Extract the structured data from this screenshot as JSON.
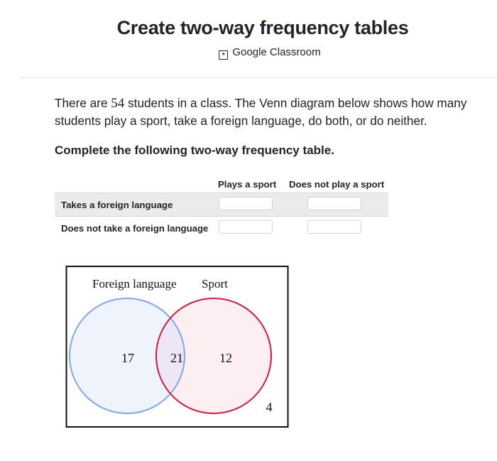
{
  "header": {
    "title": "Create two-way frequency tables",
    "source_label": "Google Classroom",
    "source_icon": "google-classroom-icon"
  },
  "problem": {
    "text_before_number": "There are ",
    "student_count": "54",
    "text_after_number": " students in a class. The Venn diagram below shows how many students play a sport, take a foreign language, do both, or do neither.",
    "instruction": "Complete the following two-way frequency table."
  },
  "table": {
    "column_headers": [
      "Plays a sport",
      "Does not play a sport"
    ],
    "rows": [
      {
        "label": "Takes a foreign language",
        "values": [
          "",
          ""
        ]
      },
      {
        "label": "Does not take a foreign language",
        "values": [
          "",
          ""
        ]
      }
    ]
  },
  "venn": {
    "left_label": "Foreign language",
    "right_label": "Sport",
    "only_left": "17",
    "both": "21",
    "only_right": "12",
    "neither": "4",
    "colors": {
      "left_stroke": "#7ea6e8",
      "left_fill": "#eef3fc",
      "right_stroke": "#d11a3e",
      "right_fill": "#fdeef1",
      "overlap_fill": "#ece6f5"
    }
  }
}
